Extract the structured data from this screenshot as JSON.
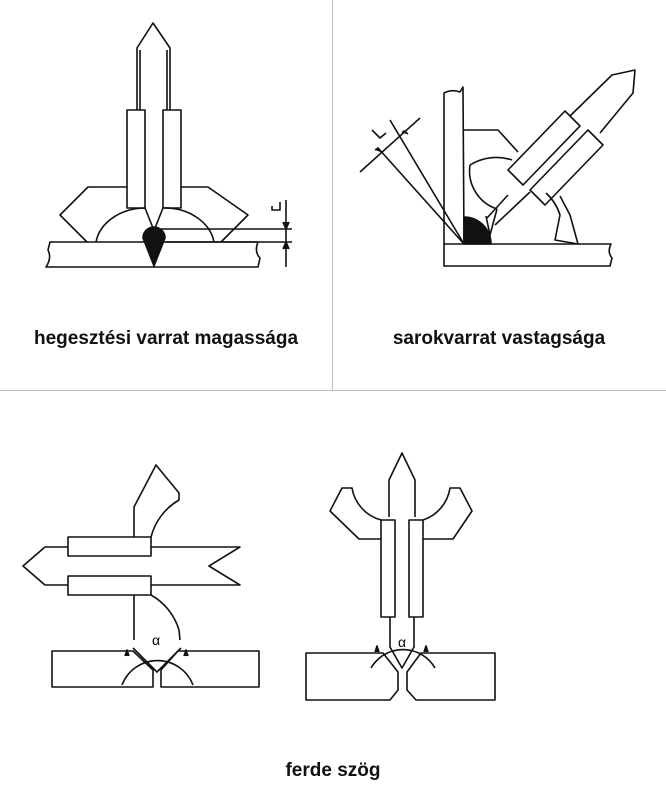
{
  "panels": [
    {
      "caption": "hegesztési varrat magassága",
      "dimension_label": "L"
    },
    {
      "caption": "sarokvarrat vastagsága",
      "dimension_label": "L"
    }
  ],
  "bottom": {
    "caption": "ferde szög",
    "angle_symbol_left": "α",
    "angle_symbol_right": "α"
  },
  "colors": {
    "line": "#111111",
    "divider": "#bdbdbd"
  }
}
